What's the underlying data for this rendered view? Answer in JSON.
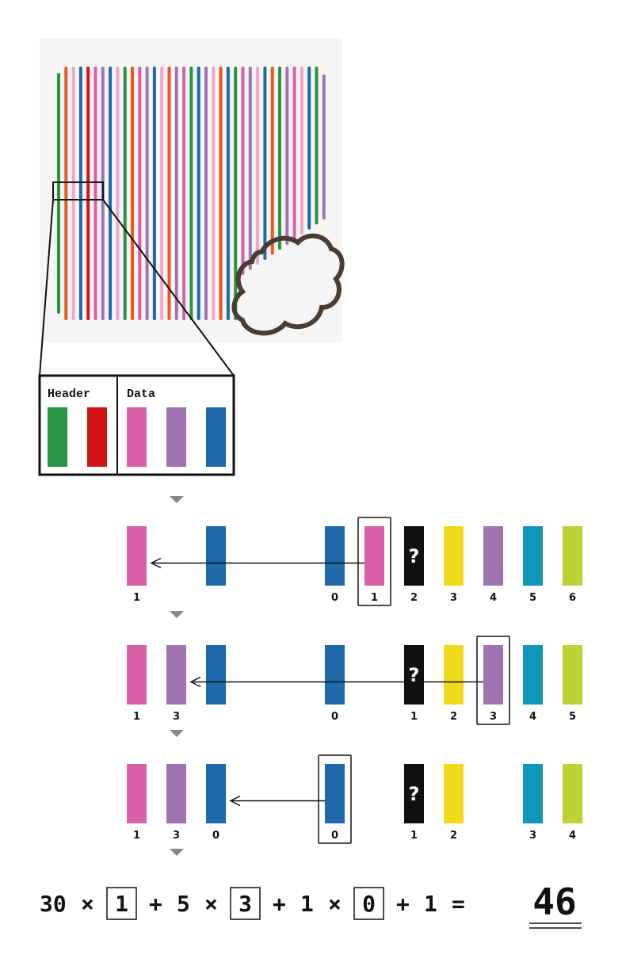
{
  "colors": {
    "green": "#2a9445",
    "red": "#d11419",
    "pink": "#d95fa6",
    "purple": "#a074b2",
    "blue": "#1e69a9",
    "black": "#111111",
    "yellow": "#f2d81b",
    "cyan": "#0d96ba",
    "lime": "#bcd236",
    "orange": "#ea5a1e",
    "lightpink": "#f0a7c6",
    "cloud": "#4a3b33"
  },
  "legend": {
    "header_label": "Header",
    "data_label": "Data"
  },
  "unknown_symbol": "?",
  "rows": [
    {
      "result": [
        {
          "color": "pink",
          "label": "1"
        }
      ],
      "palette": [
        {
          "color": "blue",
          "label": "0"
        },
        {
          "color": "pink",
          "label": "1",
          "selected": true
        },
        {
          "color": "black",
          "label": "2",
          "unknown": true
        },
        {
          "color": "yellow",
          "label": "3"
        },
        {
          "color": "purple",
          "label": "4"
        },
        {
          "color": "cyan",
          "label": "5"
        },
        {
          "color": "lime",
          "label": "6"
        }
      ]
    },
    {
      "result": [
        {
          "color": "pink",
          "label": "1"
        },
        {
          "color": "purple",
          "label": "3"
        }
      ],
      "palette": [
        {
          "color": "blue",
          "label": "0"
        },
        {
          "color": "black",
          "label": "1",
          "unknown": true
        },
        {
          "color": "yellow",
          "label": "2"
        },
        {
          "color": "purple",
          "label": "3",
          "selected": true
        },
        {
          "color": "cyan",
          "label": "4"
        },
        {
          "color": "lime",
          "label": "5"
        }
      ]
    },
    {
      "result": [
        {
          "color": "pink",
          "label": "1"
        },
        {
          "color": "purple",
          "label": "3"
        },
        {
          "color": "blue",
          "label": "0"
        }
      ],
      "palette": [
        {
          "color": "blue",
          "label": "0",
          "selected": true
        },
        {
          "color": "black",
          "label": "1",
          "unknown": true
        },
        {
          "color": "yellow",
          "label": "2"
        },
        {
          "color": "cyan",
          "label": "3"
        },
        {
          "color": "lime",
          "label": "4"
        }
      ]
    }
  ],
  "equation": {
    "tokens": [
      "30",
      "×",
      "[1]",
      "+",
      "5",
      "×",
      "[3]",
      "+",
      "1",
      "×",
      "[0]",
      "+",
      "1",
      "="
    ],
    "result": "46"
  }
}
